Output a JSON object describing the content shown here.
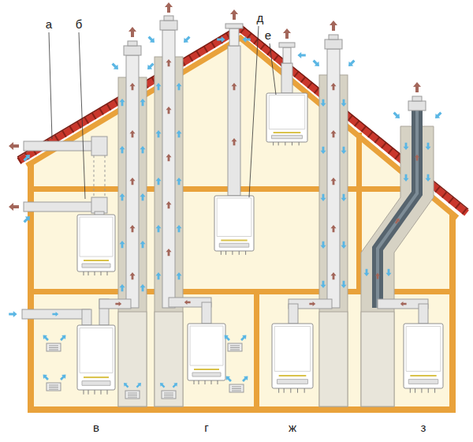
{
  "diagram": {
    "labels": [
      "а",
      "б",
      "д",
      "е",
      "в",
      "г",
      "ж",
      "з"
    ]
  }
}
